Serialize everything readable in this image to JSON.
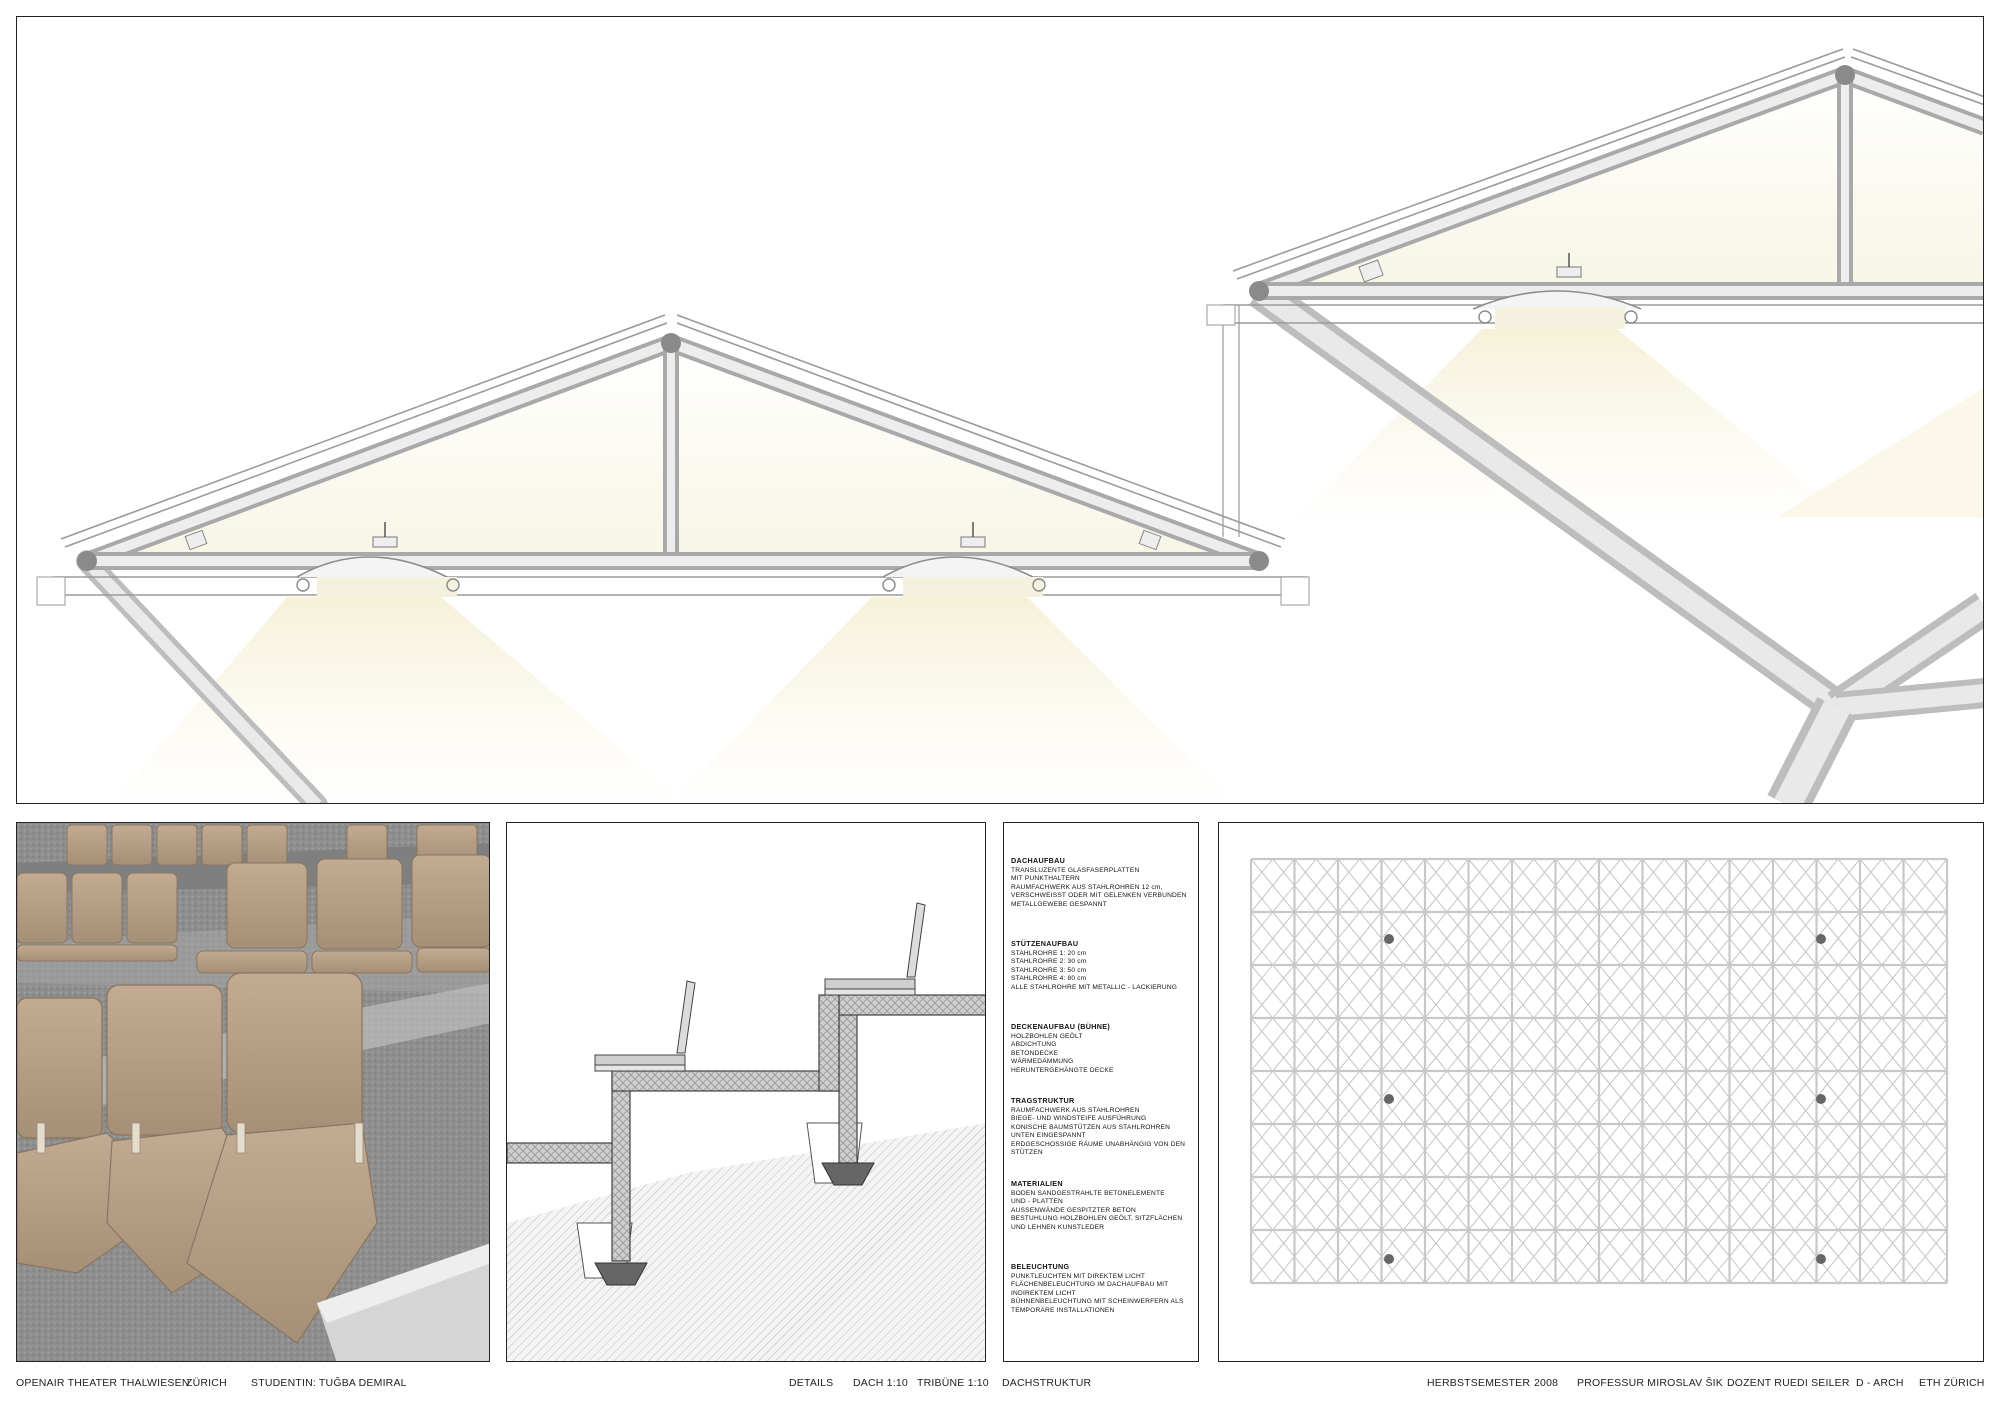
{
  "spec": {
    "sections": [
      {
        "title": "DACHAUFBAU",
        "lines": [
          "TRANSLUZENTE GLASFASERPLATTEN",
          "MIT PUNKTHALTERN",
          "RAUMFACHWERK AUS STAHLROHREN 12 cm,",
          "VERSCHWEISST ODER MIT GELENKEN VERBUNDEN",
          "METALLGEWEBE GESPANNT"
        ]
      },
      {
        "title": "STÜTZENAUFBAU",
        "lines": [
          "STAHLROHRE 1: 20 cm",
          "STAHLROHRE 2: 30 cm",
          "STAHLROHRE 3: 50 cm",
          "STAHLROHRE 4: 80 cm",
          "ALLE STAHLROHRE MIT METALLIC - LACKIERUNG"
        ]
      },
      {
        "title": "DECKENAUFBAU (BÜHNE)",
        "lines": [
          "HOLZBOHLEN GEÖLT",
          "ABDICHTUNG",
          "BETONDECKE",
          "WÄRMEDÄMMUNG",
          "HERUNTERGEHÄNGTE DECKE"
        ]
      },
      {
        "title": "TRAGSTRUKTUR",
        "lines": [
          "RAUMFACHWERK AUS STAHLROHREN",
          "BIEGE- UND WINDSTEIFE AUSFÜHRUNG",
          "KONISCHE BAUMSTÜTZEN AUS STAHLROHREN",
          "UNTEN EINGESPANNT",
          "ERDGESCHOSSIGE RÄUME UNABHÄNGIG VON DEN",
          "STÜTZEN"
        ]
      },
      {
        "title": "MATERIALIEN",
        "lines": [
          "BODEN SANDGESTRAHLTE BETONELEMENTE",
          "UND - PLATTEN",
          "AUSSENWÄNDE GESPITZTER BETON",
          "BESTUHLUNG HOLZBOHLEN GEÖLT, SITZFLÄCHEN",
          "UND LEHNEN KUNSTLEDER"
        ]
      },
      {
        "title": "BELEUCHTUNG",
        "lines": [
          "PUNKTLEUCHTEN MIT DIREKTEM LICHT",
          "FLÄCHENBELEUCHTUNG IM DACHAUFBAU MIT",
          "INDIREKTEM LICHT",
          "BÜHNENBELEUCHTUNG MIT SCHEINWERFERN ALS",
          "TEMPORÄRE INSTALLATIONEN"
        ]
      }
    ]
  },
  "footer": {
    "project": "OPENAIR THEATER THALWIESEN",
    "city": "ZÜRICH",
    "student": "STUDENTIN: TUĞBA DEMIRAL",
    "details": "DETAILS",
    "dach": "DACH 1:10",
    "tribuene": "TRIBÜNE 1:10",
    "dachstruktur": "DACHSTRUKTUR",
    "semester": "HERBSTSEMESTER",
    "year": "2008",
    "professor": "PROFESSUR MIROSLAV ŠIK",
    "dozent": "DOZENT RUEDI SEILER",
    "dept": "D - ARCH",
    "school": "ETH ZÜRICH"
  },
  "colors": {
    "frame": "#222222",
    "tube": "#dcdcdc",
    "tube_edge": "#a8a8a8",
    "light": "#f7f3df",
    "seat": "#b59d85",
    "concrete": "#9c9c9c",
    "grid_line": "#c8c8c8",
    "node": "#666666"
  }
}
